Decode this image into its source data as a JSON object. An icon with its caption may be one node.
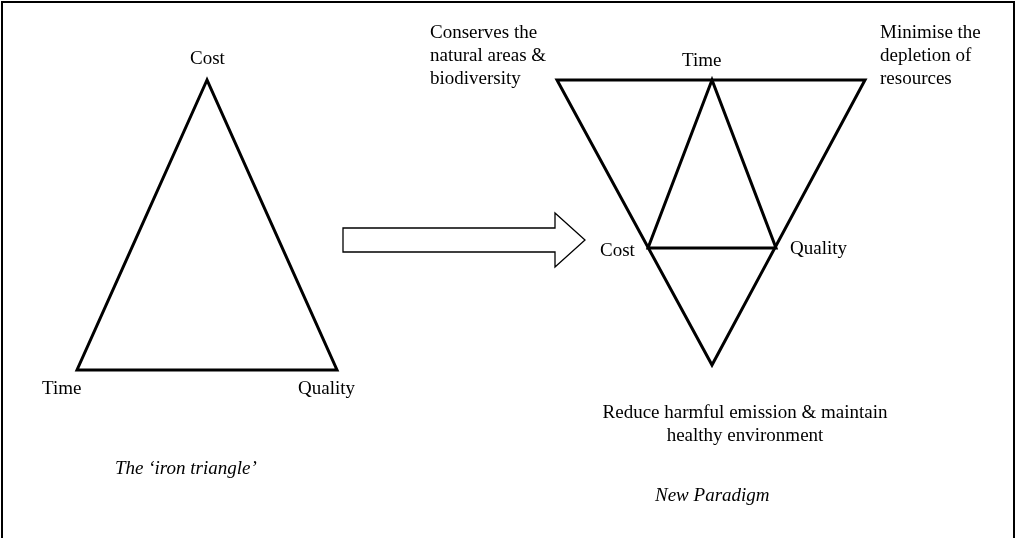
{
  "diagram": {
    "nodes": [
      {
        "text": [],
        "shape": "triangle"
      },
      {
        "text": [],
        "shape": "triangle"
      }
    ],
    "edges": [
      {
        "from": 0,
        "to": 1,
        "arrow": "to"
      }
    ],
    "labels": [
      "Cost",
      "Conserves the natural areas & biodiversity",
      "Time",
      "Minimise the depletion of resources",
      "Cost",
      "Quality",
      "Time",
      "Quality",
      "Reduce harmful emission & maintain healthy environment",
      "The ‘iron triangle’",
      "New Paradigm"
    ]
  }
}
